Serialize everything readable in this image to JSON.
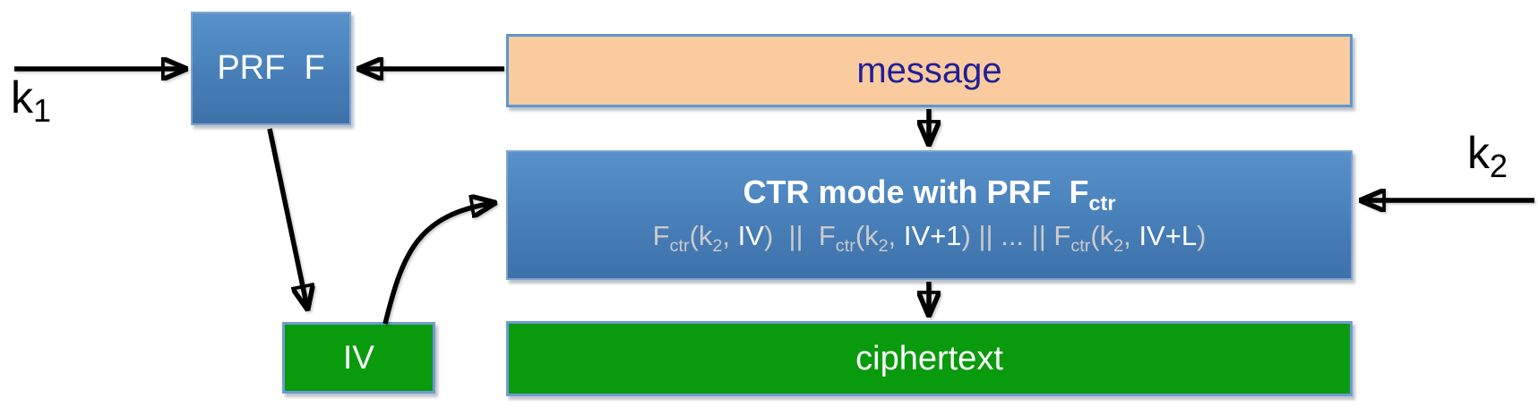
{
  "diagram": {
    "description": "Nonce-based CTR mode encryption diagram: key k1 and message feed PRF F producing IV; key k2 and message feed CTR mode producing ciphertext"
  },
  "labels": {
    "k1": {
      "base": "k",
      "sub": "1"
    },
    "k2": {
      "base": "k",
      "sub": "2"
    }
  },
  "boxes": {
    "prf": {
      "label": "PRF  F"
    },
    "message": {
      "label": "message"
    },
    "iv": {
      "label": "IV"
    },
    "ciphertext": {
      "label": "ciphertext"
    },
    "ctr": {
      "title_main": "CTR mode with PRF  F",
      "title_sub": "ctr",
      "formula": [
        {
          "text": "F",
          "color": "gray",
          "sub": false
        },
        {
          "text": "ctr",
          "color": "gray",
          "sub": true
        },
        {
          "text": "(k",
          "color": "gray",
          "sub": false
        },
        {
          "text": "2",
          "color": "gray",
          "sub": true
        },
        {
          "text": ", ",
          "color": "gray",
          "sub": false
        },
        {
          "text": "IV",
          "color": "white",
          "sub": false
        },
        {
          "text": ")  ||  F",
          "color": "gray",
          "sub": false
        },
        {
          "text": "ctr",
          "color": "gray",
          "sub": true
        },
        {
          "text": "(k",
          "color": "gray",
          "sub": false
        },
        {
          "text": "2",
          "color": "gray",
          "sub": true
        },
        {
          "text": ", ",
          "color": "gray",
          "sub": false
        },
        {
          "text": "IV+1",
          "color": "white",
          "sub": false
        },
        {
          "text": ") || ... || F",
          "color": "gray",
          "sub": false
        },
        {
          "text": "ctr",
          "color": "gray",
          "sub": true
        },
        {
          "text": "(k",
          "color": "gray",
          "sub": false
        },
        {
          "text": "2",
          "color": "gray",
          "sub": true
        },
        {
          "text": ", ",
          "color": "gray",
          "sub": false
        },
        {
          "text": "IV+L",
          "color": "white",
          "sub": false
        },
        {
          "text": ")",
          "color": "gray",
          "sub": false
        }
      ]
    }
  },
  "arrows": [
    {
      "name": "k1-to-prf",
      "from": "k1",
      "to": "prf-box"
    },
    {
      "name": "message-to-prf",
      "from": "message",
      "to": "prf-box"
    },
    {
      "name": "message-to-ctr",
      "from": "message",
      "to": "ctr-box"
    },
    {
      "name": "k2-to-ctr",
      "from": "k2",
      "to": "ctr-box"
    },
    {
      "name": "prf-to-iv",
      "from": "prf-box",
      "to": "iv-box"
    },
    {
      "name": "iv-to-ctr",
      "from": "iv-box",
      "to": "ctr-box"
    },
    {
      "name": "ctr-to-ciphertext",
      "from": "ctr-box",
      "to": "ciphertext-box"
    }
  ],
  "colors": {
    "box_blue_top": "#5992CB",
    "box_blue_bottom": "#3E71AA",
    "box_green": "#0A9A0E",
    "box_peach": "#FACB9E",
    "border_light_blue": "#5E96CE",
    "message_text": "#1F1F99",
    "formula_gray": "#CBCBCB",
    "formula_white": "#FFFFFF",
    "arrow_black": "#000000"
  }
}
